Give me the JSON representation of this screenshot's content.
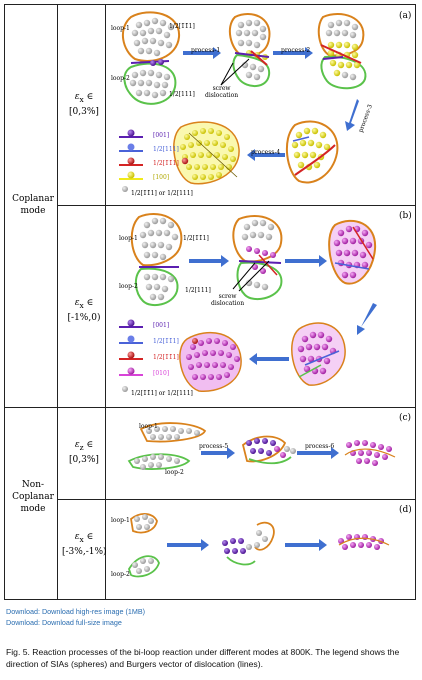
{
  "figure": {
    "modes": {
      "coplanar": "Coplanar\nmode",
      "noncoplanar": "Non-\nCoplanar\nmode"
    },
    "conditions": [
      {
        "eps": "ε",
        "sub": "x",
        "sym": "∈",
        "range": "[0,3%]"
      },
      {
        "eps": "ε",
        "sub": "x",
        "sym": "∈",
        "range": "[-1%,0)"
      },
      {
        "eps": "ε",
        "sub": "z",
        "sym": "∈",
        "range": "[0,3%]"
      },
      {
        "eps": "ε",
        "sub": "x",
        "sym": "∈",
        "range": "[-3%,-1%)"
      }
    ],
    "panels": [
      "(a)",
      "(b)",
      "(c)",
      "(d)"
    ],
    "labels": {
      "loop1": "loop-1",
      "loop2": "loop-2",
      "b_a_top": "1/2[1̄1̄1]",
      "b_a_bot": "1/2[111]",
      "b_b_top": "1/2[1̄1̄1]",
      "b_b_bot": "1/2[111]",
      "process1": "process-1",
      "process2": "process-2",
      "process3": "process-3",
      "process4": "process-4",
      "process5": "process-5",
      "process6": "process-6",
      "screw": "screw\ndislocation",
      "legend_a": [
        "[001]",
        "1/2[111]",
        "1/2[1̄1̄1]",
        "[100]",
        "1/2[1̄1̄1] or 1/2[111]"
      ],
      "legend_b": [
        "[001]",
        "1/2[1̄1̄1]",
        "1/2[1̄1̄1]",
        "[010]",
        "1/2[1̄1̄1] or 1/2[111]"
      ]
    },
    "colors": {
      "orange": "#d9821c",
      "green": "#5ac24a",
      "purple": "#5b1fb0",
      "blue": "#4a62d8",
      "red": "#d42424",
      "yellow": "#f0ea1a",
      "magenta": "#d844d8",
      "gray": "#b8b8b8",
      "arrow": "#3f6fd0"
    }
  },
  "links": {
    "hires": "Download: Download high-res image (1MB)",
    "fullsize": "Download: Download full-size image"
  },
  "caption": "Fig. 5. Reaction processes of the bi-loop reaction under different modes at 800K. The legend shows the direction of SIAs (spheres) and Burgers vector of dislocation (lines)."
}
